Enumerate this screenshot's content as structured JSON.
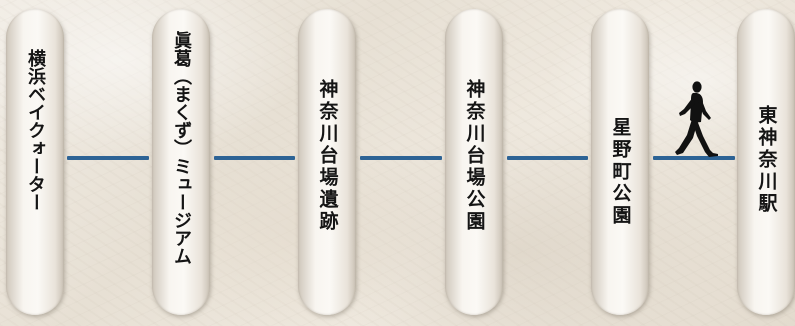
{
  "route": {
    "direction": "left-to-right",
    "line_color": "#2d6395",
    "current_position": "between-stop-5-and-stop-6",
    "stops": [
      {
        "label": "横浜ベイクォーター"
      },
      {
        "label": "眞葛（まくず）ミュージアム"
      },
      {
        "label": "神奈川台場遺跡"
      },
      {
        "label": "神奈川台場公園"
      },
      {
        "label": "星野町公園"
      },
      {
        "label": "東神奈川駅"
      }
    ]
  },
  "icons": {
    "walker": "walking-person-icon"
  }
}
